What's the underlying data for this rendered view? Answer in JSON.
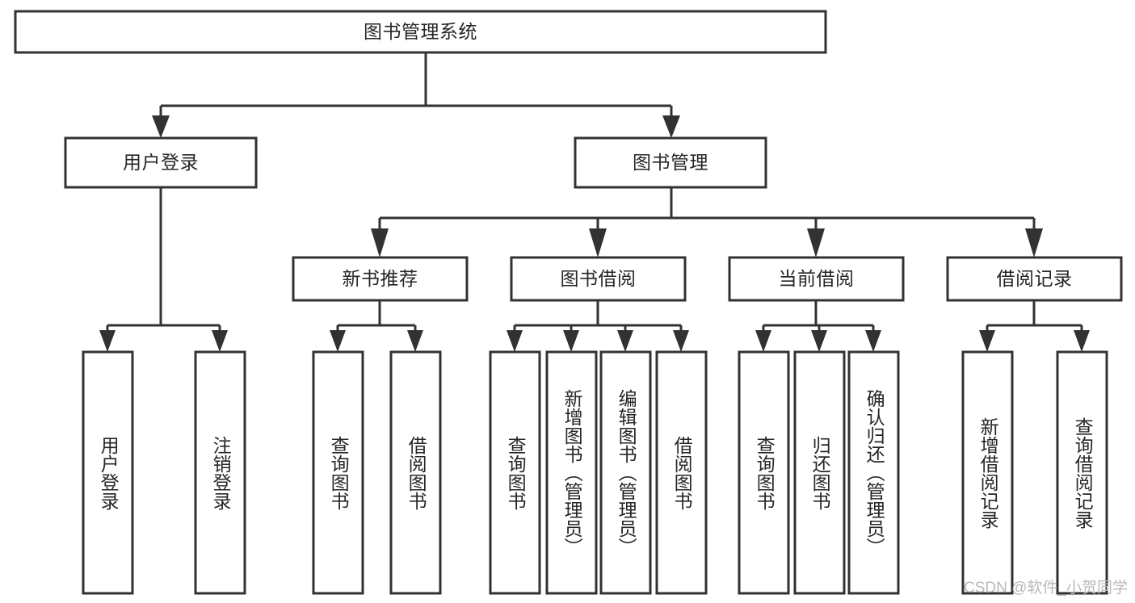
{
  "diagram": {
    "type": "tree-hierarchy-chart",
    "root": {
      "id": "root",
      "label": "图书管理系统",
      "orientation": "horizontal"
    },
    "level2": [
      {
        "id": "user-login",
        "label": "用户登录",
        "orientation": "horizontal"
      },
      {
        "id": "book-management",
        "label": "图书管理",
        "orientation": "horizontal"
      }
    ],
    "level3": [
      {
        "id": "new-book-recommend",
        "label": "新书推荐",
        "orientation": "horizontal",
        "parent": "book-management"
      },
      {
        "id": "book-borrow",
        "label": "图书借阅",
        "orientation": "horizontal",
        "parent": "book-management"
      },
      {
        "id": "current-borrow",
        "label": "当前借阅",
        "orientation": "horizontal",
        "parent": "book-management"
      },
      {
        "id": "borrow-record",
        "label": "借阅记录",
        "orientation": "horizontal",
        "parent": "book-management"
      }
    ],
    "leaves": [
      {
        "id": "leaf-user-login",
        "label": "用户登录",
        "orientation": "vertical",
        "parent": "user-login"
      },
      {
        "id": "leaf-user-logout",
        "label": "注销登录",
        "orientation": "vertical",
        "parent": "user-login"
      },
      {
        "id": "leaf-query-book-1",
        "label": "查询图书",
        "orientation": "vertical",
        "parent": "new-book-recommend"
      },
      {
        "id": "leaf-borrow-book-1",
        "label": "借阅图书",
        "orientation": "vertical",
        "parent": "new-book-recommend"
      },
      {
        "id": "leaf-query-book-2",
        "label": "查询图书",
        "orientation": "vertical",
        "parent": "book-borrow"
      },
      {
        "id": "leaf-add-book",
        "label": "新增图书（管理员）",
        "orientation": "vertical",
        "parent": "book-borrow"
      },
      {
        "id": "leaf-edit-book",
        "label": "编辑图书（管理员）",
        "orientation": "vertical",
        "parent": "book-borrow"
      },
      {
        "id": "leaf-borrow-book-2",
        "label": "借阅图书",
        "orientation": "vertical",
        "parent": "book-borrow"
      },
      {
        "id": "leaf-query-book-3",
        "label": "查询图书",
        "orientation": "vertical",
        "parent": "current-borrow"
      },
      {
        "id": "leaf-return-book",
        "label": "归还图书",
        "orientation": "vertical",
        "parent": "current-borrow"
      },
      {
        "id": "leaf-confirm-return",
        "label": "确认归还（管理员）",
        "orientation": "vertical",
        "parent": "current-borrow"
      },
      {
        "id": "leaf-add-record",
        "label": "新增借阅记录",
        "orientation": "vertical",
        "parent": "borrow-record"
      },
      {
        "id": "leaf-query-record",
        "label": "查询借阅记录",
        "orientation": "vertical",
        "parent": "borrow-record"
      }
    ],
    "colors": {
      "box_stroke": "#323232",
      "box_fill": "#ffffff",
      "text": "#262626",
      "background": "#ffffff",
      "watermark": "#b9b9b9"
    }
  },
  "watermark": {
    "text": "CSDN @软件_小贺同学"
  }
}
